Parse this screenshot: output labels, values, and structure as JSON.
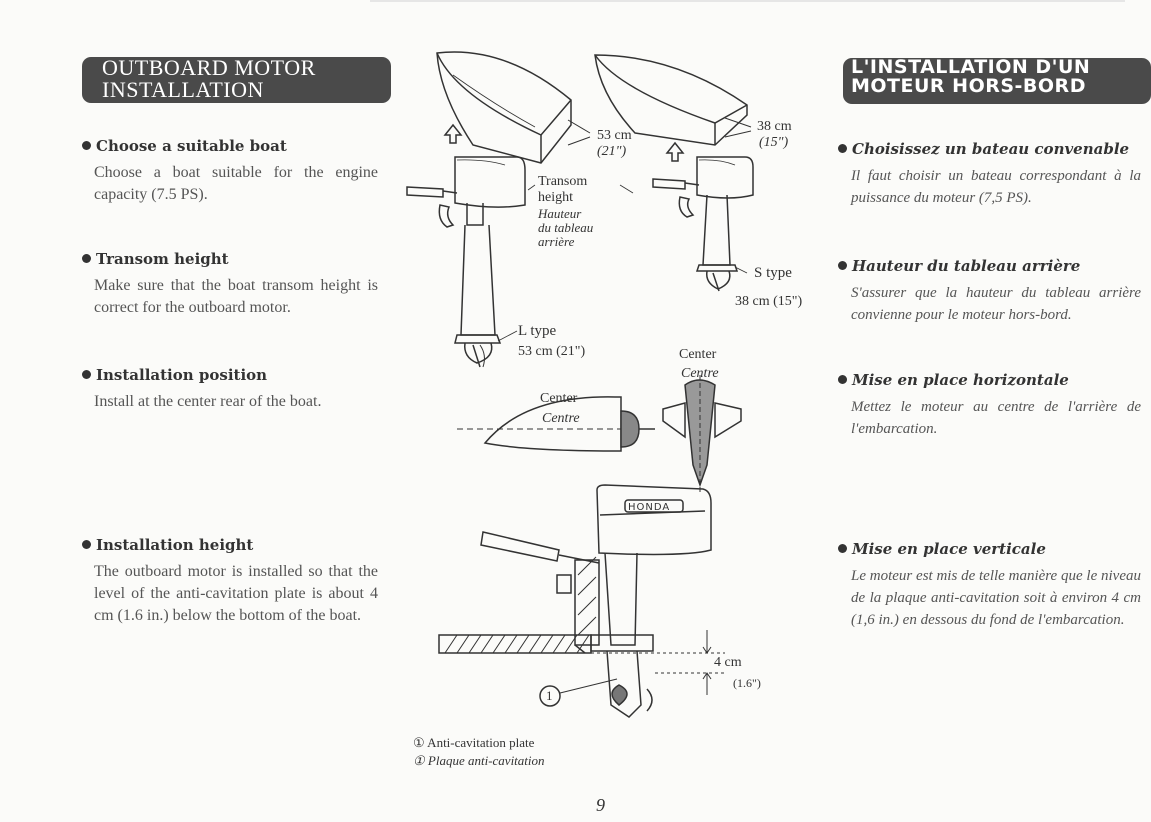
{
  "left": {
    "header": [
      "OUTBOARD MOTOR",
      "INSTALLATION"
    ],
    "sections": [
      {
        "title": "Choose a suitable boat",
        "body": "Choose a boat suitable for the engine capacity (7.5 PS)."
      },
      {
        "title": "Transom height",
        "body": "Make sure that the boat transom height is correct for the outboard motor."
      },
      {
        "title": "Installation position",
        "body": "Install at the center rear of the boat."
      },
      {
        "title": "Installation height",
        "body": "The outboard motor is installed so that the level of the anti-cavitation plate is about 4 cm (1.6 in.) below the bottom of the boat."
      }
    ]
  },
  "right": {
    "header": [
      "L'INSTALLATION D'UN",
      "MOTEUR HORS-BORD"
    ],
    "sections": [
      {
        "title": "Choisissez un bateau convenable",
        "body": "Il faut choisir un bateau correspondant à la puissance du moteur (7,5 PS)."
      },
      {
        "title": "Hauteur du tableau arrière",
        "body": "S'assurer que la hauteur du tableau arrière convienne pour le moteur hors-bord."
      },
      {
        "title": "Mise en place horizontale",
        "body": "Mettez le moteur au centre de l'arrière de l'embarcation."
      },
      {
        "title": "Mise en place verticale",
        "body": "Le moteur est mis de telle manière que le niveau de la plaque anti-cavitation soit à environ 4 cm (1,6 in.) en dessous du fond de l'embarcation."
      }
    ]
  },
  "figure": {
    "dim_l_cm": "53 cm",
    "dim_l_in": "(21\")",
    "dim_s_cm": "38 cm",
    "dim_s_in": "(15\")",
    "transom_en": [
      "Transom",
      "height"
    ],
    "transom_fr": [
      "Hauteur",
      "du tableau",
      "arrière"
    ],
    "l_type": "L type",
    "l_type_dim": "53 cm (21\")",
    "s_type": "S type",
    "s_type_dim": "38 cm (15\")",
    "center_en": "Center",
    "center_fr": "Centre",
    "brand": "HONDA",
    "height_cm": "4 cm",
    "height_in": "(1.6\")",
    "callout": "1",
    "legend_en": "① Anti-cavitation plate",
    "legend_fr": "① Plaque anti-cavitation"
  },
  "page_number": "9",
  "colors": {
    "header_bg": "#4a4a4a",
    "text": "#555555",
    "line": "#333333"
  }
}
